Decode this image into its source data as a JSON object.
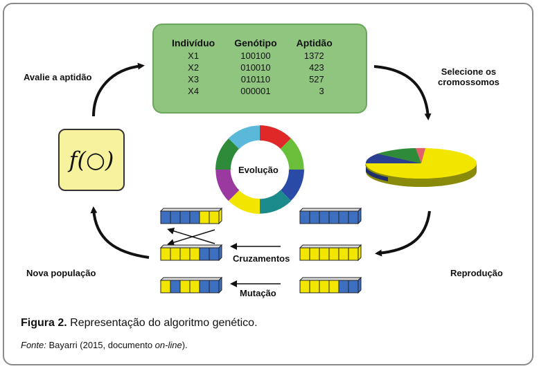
{
  "table": {
    "headers": [
      "Indivíduo",
      "Genótipo",
      "Aptidão"
    ],
    "rows": [
      [
        "X1",
        "100100",
        "1372"
      ],
      [
        "X2",
        "010010",
        "423"
      ],
      [
        "X3",
        "010110",
        "527"
      ],
      [
        "X4",
        "000001",
        "3"
      ]
    ]
  },
  "fitness_function": "f(○)",
  "labels": {
    "evaluate": "Avalie a aptidão",
    "select_line1": "Selecione os",
    "select_line2": "cromossomos",
    "new_population": "Nova população",
    "reproduction": "Reprodução",
    "evolution": "Evolução",
    "crossover": "Cruzamentos",
    "mutation": "Mutação"
  },
  "caption": {
    "figure_label": "Figura 2.",
    "figure_text": " Representação do algoritmo genético.",
    "source_label": "Fonte:",
    "source_text": " Bayarri (2015, documento ",
    "source_italic": "on-line",
    "source_end": ")."
  },
  "colors": {
    "table_bg": "#90c57f",
    "fbox_bg": "#f7f29d",
    "gene_blue": "#3d6fc1",
    "gene_yellow": "#f2e600"
  }
}
